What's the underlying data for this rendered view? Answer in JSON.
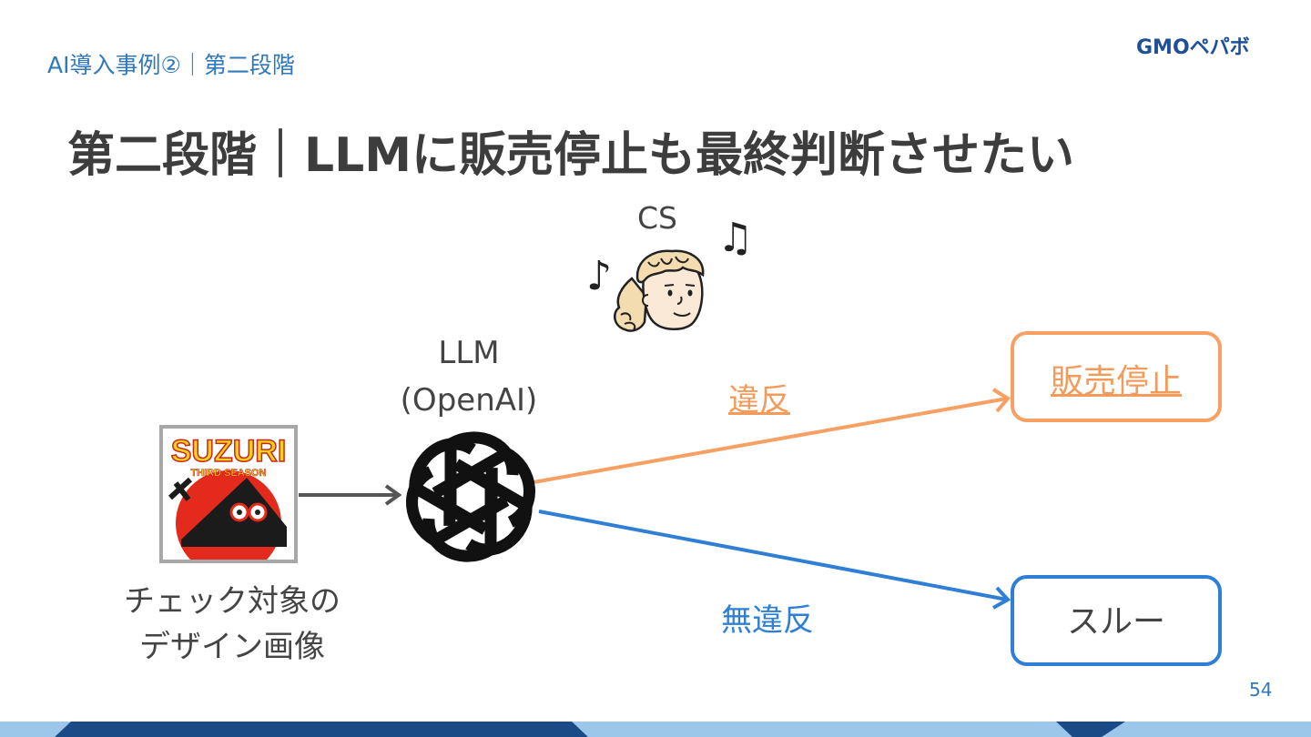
{
  "header": {
    "breadcrumb": "AI導入事例②｜第二段階",
    "logo_text": "GMOペパボ",
    "title": "第二段階｜LLMに販売停止も最終判断させたい"
  },
  "diagram": {
    "cs_label": "CS",
    "music_notes": [
      "♪",
      "♫"
    ],
    "llm_label_line1": "LLM",
    "llm_label_line2": "(OpenAI)",
    "design_image_label_line1": "チェック対象の",
    "design_image_label_line2": "デザイン画像",
    "design_image_text_1": "SUZURI",
    "design_image_text_2": "THIRD SEASON",
    "violation_label": "違反",
    "no_violation_label": "無違反",
    "stop_sales_box": "販売停止",
    "pass_through_box": "スルー"
  },
  "footer": {
    "page_number": "54"
  },
  "colors": {
    "accent_blue": "#2f78bd",
    "violation_orange": "#f7a063",
    "no_violation_blue": "#2f7fd6",
    "footer_dark": "#1b4b86",
    "footer_light": "#9cc6ea"
  },
  "icons": [
    "openai-logo-icon",
    "cs-person-icon",
    "music-note-icon",
    "arrow-icon",
    "gmo-pepabo-logo"
  ]
}
